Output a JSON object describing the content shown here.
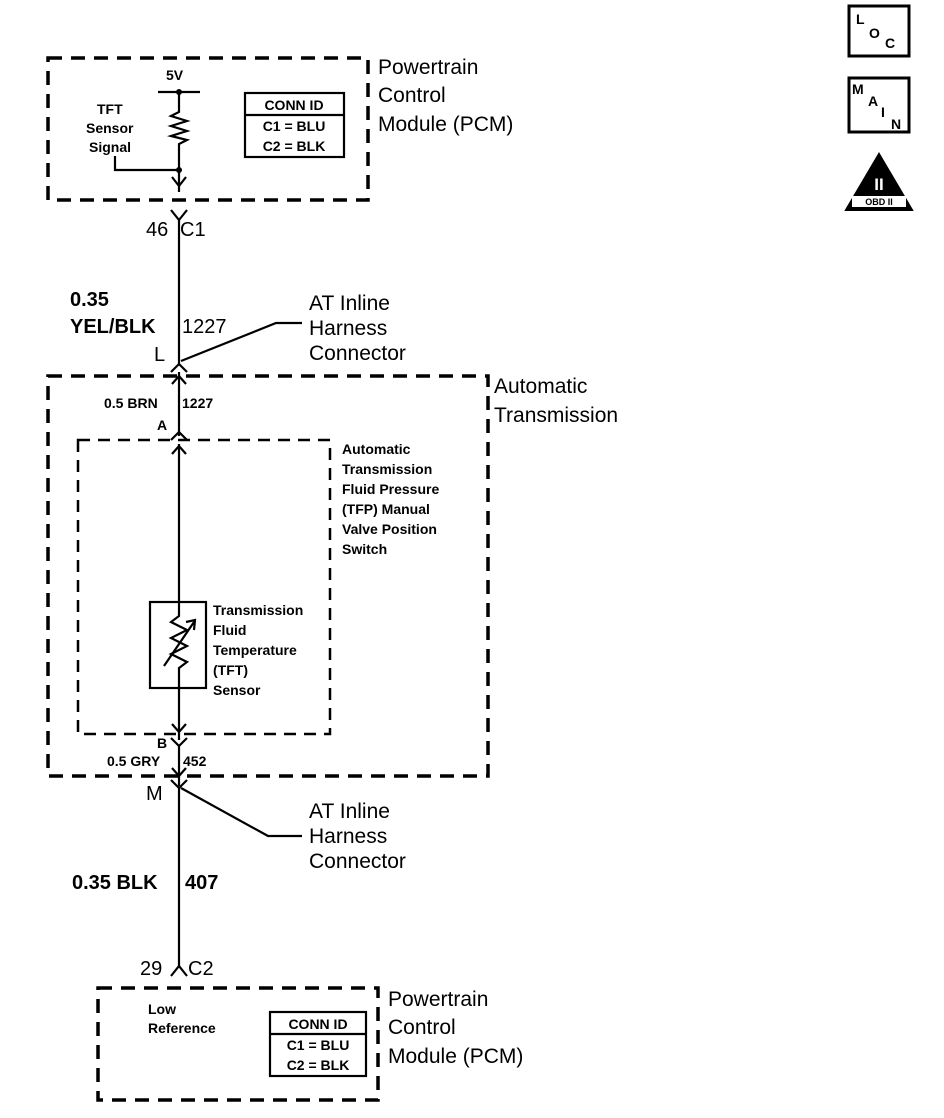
{
  "pcm_top": {
    "title_lines": [
      "Powertrain",
      "Control",
      "Module (PCM)"
    ],
    "voltage": "5V",
    "signal_label_lines": [
      "TFT",
      "Sensor",
      "Signal"
    ],
    "conn_id": {
      "header": "CONN ID",
      "rows": [
        "C1 = BLU",
        "C2 = BLK"
      ]
    }
  },
  "connector_top": {
    "pin": "46",
    "conn": "C1"
  },
  "wire_top": {
    "gauge": "0.35",
    "color": "YEL/BLK",
    "circuit": "1227",
    "terminal": "L"
  },
  "inline_top": {
    "lines": [
      "AT Inline",
      "Harness",
      "Connector"
    ]
  },
  "transmission": {
    "title_lines": [
      "Automatic",
      "Transmission"
    ],
    "wire_in": {
      "label": "0.5 BRN",
      "circuit": "1227",
      "pin": "A"
    },
    "tfp_lines": [
      "Automatic",
      "Transmission",
      "Fluid Pressure",
      "(TFP) Manual",
      "Valve Position",
      "Switch"
    ],
    "sensor_lines": [
      "Transmission",
      "Fluid",
      "Temperature",
      "(TFT)",
      "Sensor"
    ],
    "wire_out": {
      "label": "0.5 GRY",
      "circuit": "452",
      "pin": "B"
    }
  },
  "inline_bottom": {
    "terminal": "M",
    "lines": [
      "AT Inline",
      "Harness",
      "Connector"
    ]
  },
  "wire_bottom": {
    "label": "0.35 BLK",
    "circuit": "407"
  },
  "connector_bottom": {
    "pin": "29",
    "conn": "C2"
  },
  "pcm_bottom": {
    "title_lines": [
      "Powertrain",
      "Control",
      "Module (PCM)"
    ],
    "ref_label_lines": [
      "Low",
      "Reference"
    ],
    "conn_id": {
      "header": "CONN ID",
      "rows": [
        "C1 = BLU",
        "C2 = BLK"
      ]
    }
  },
  "badges": {
    "loc": {
      "l": "L",
      "o": "O",
      "c": "C"
    },
    "main": {
      "m": "M",
      "a": "A",
      "i": "I",
      "n": "N"
    },
    "obd": {
      "numeral": "II",
      "text": "OBD II"
    }
  }
}
